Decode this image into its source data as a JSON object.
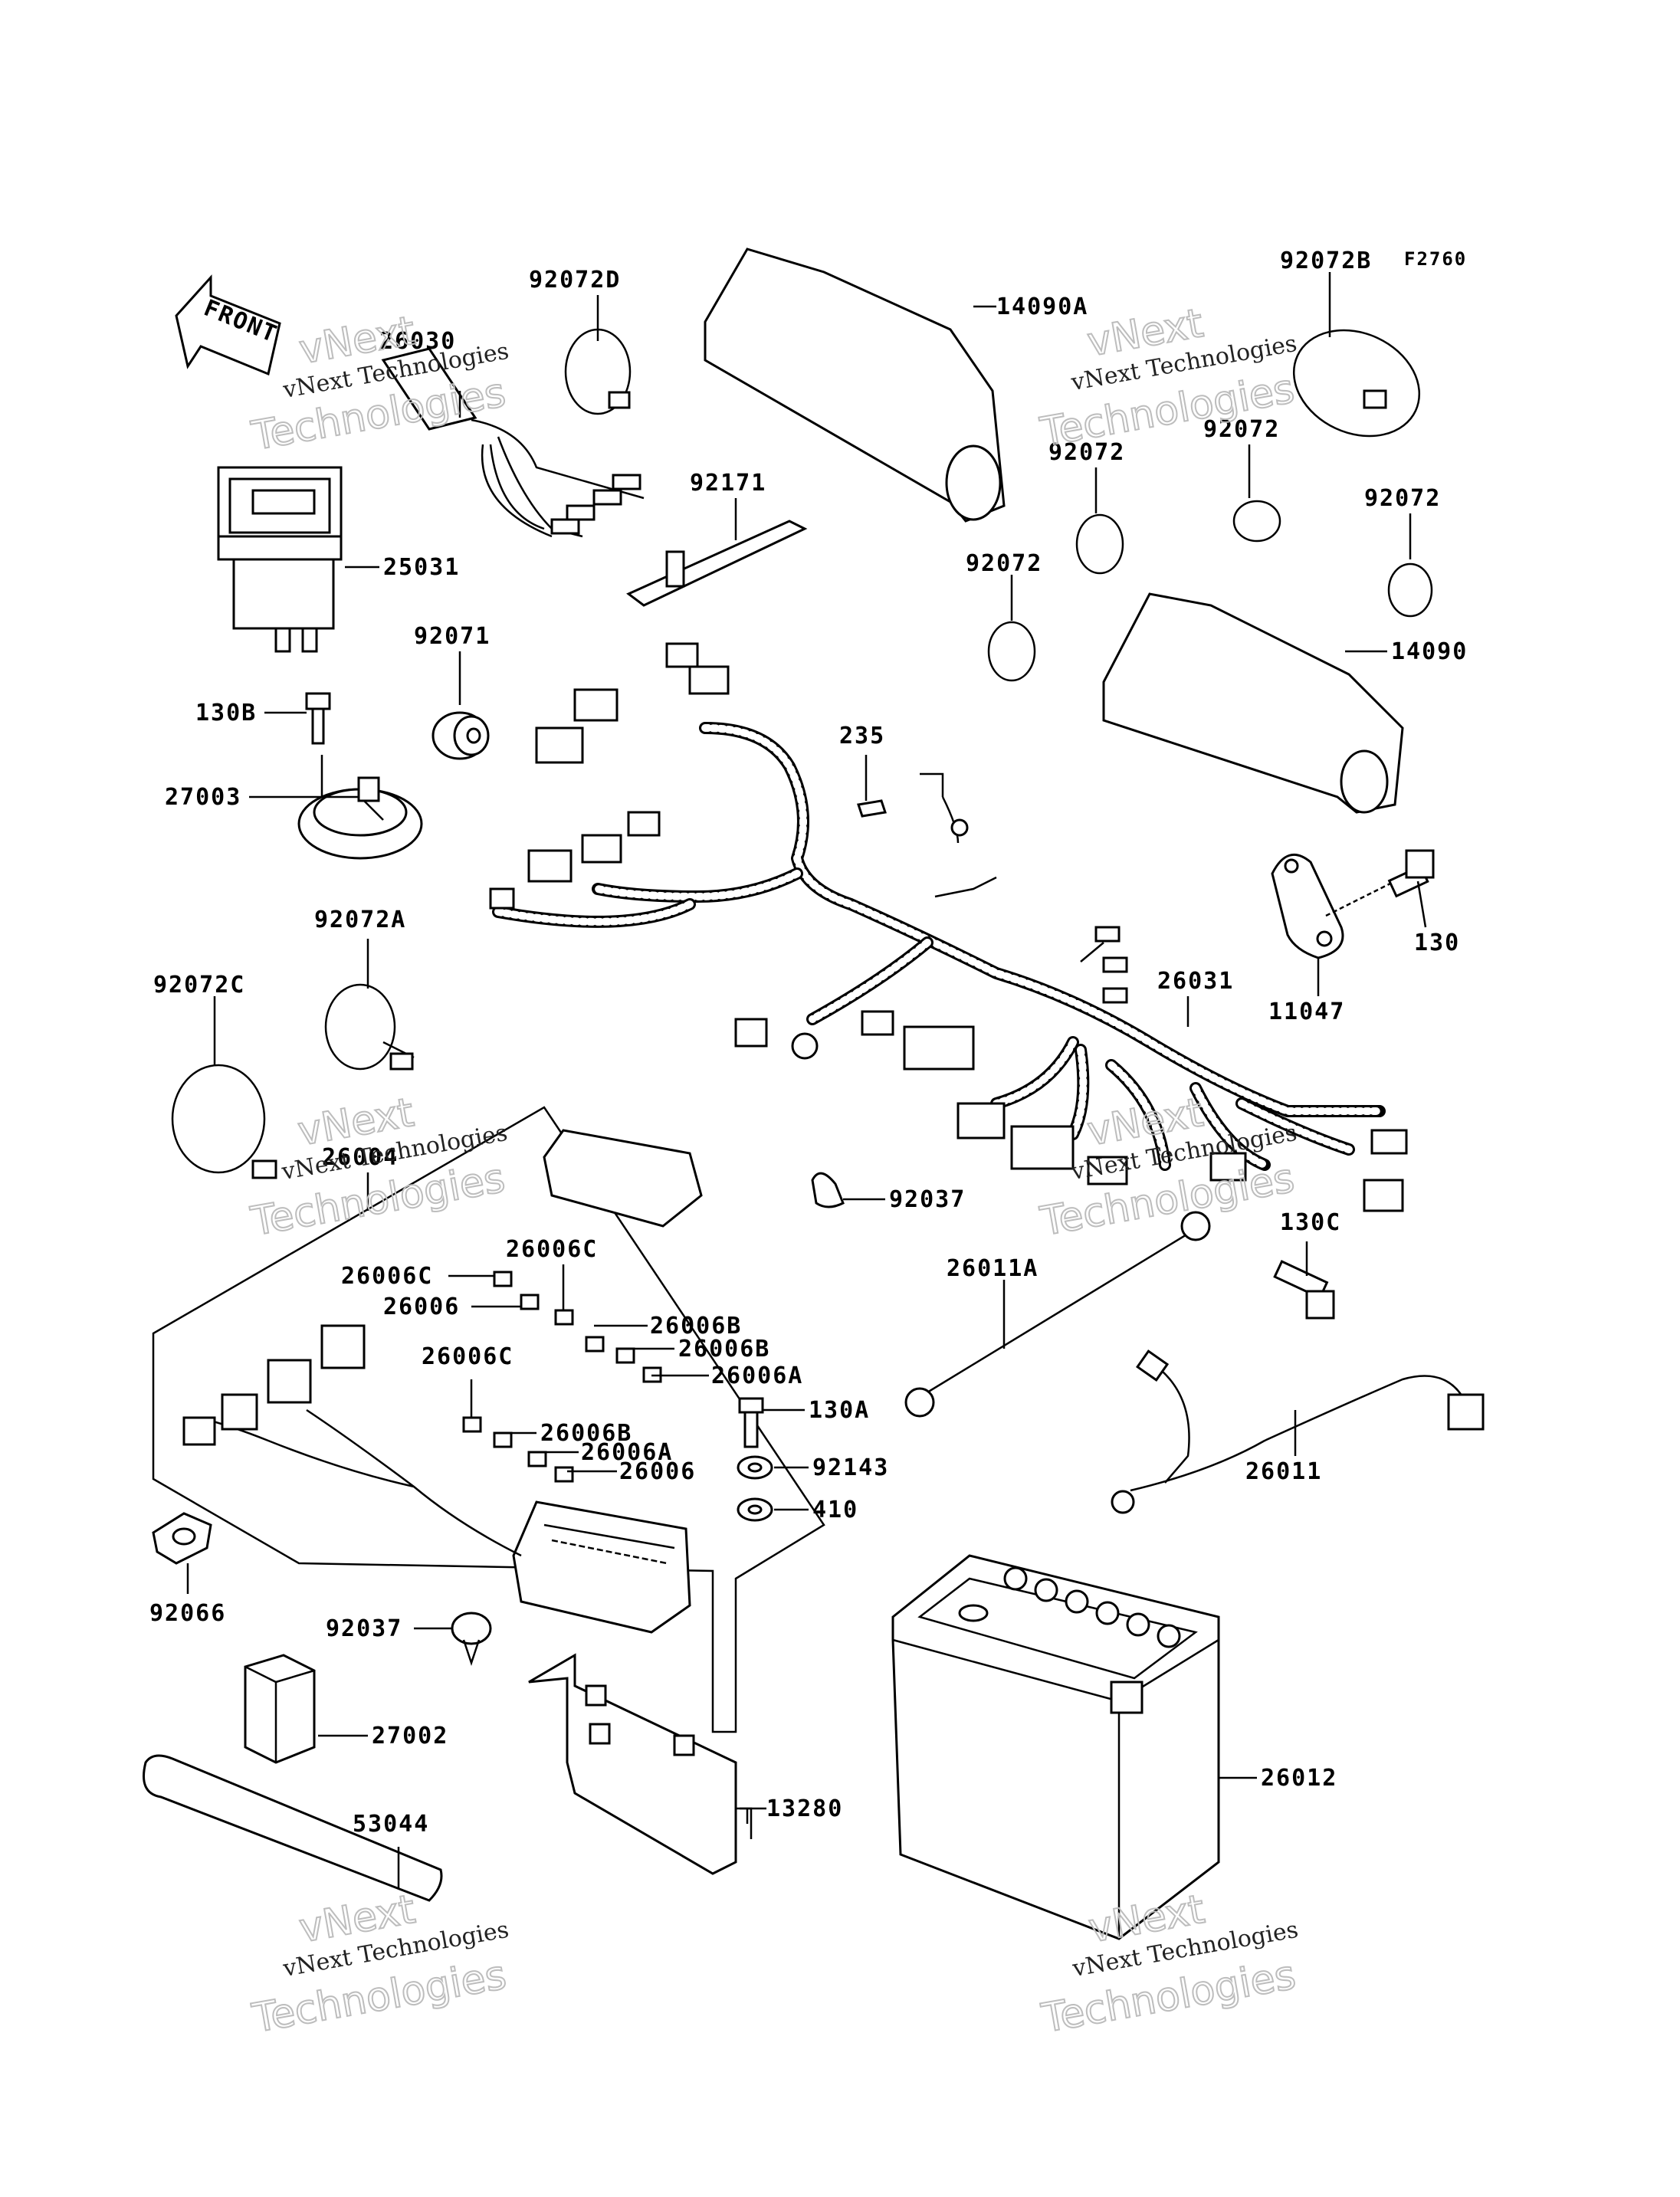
{
  "figure_code": "F2760",
  "front_label": "FRONT",
  "watermark": {
    "brand": "vNext",
    "line1": "vNext Technologies",
    "line2": "Technologies"
  },
  "callouts": {
    "p92072D": "92072D",
    "p14090A": "14090A",
    "p92072B": "92072B",
    "p26030": "26030",
    "p25031": "25031",
    "p92171": "92171",
    "p92072_a": "92072",
    "p92072_b": "92072",
    "p92072_c": "92072",
    "p92072_d": "92072",
    "p14090": "14090",
    "p92071": "92071",
    "p130B": "130B",
    "p27003": "27003",
    "p235": "235",
    "p130": "130",
    "p92072A": "92072A",
    "p11047": "11047",
    "p92072C": "92072C",
    "p26031": "26031",
    "p26004": "26004",
    "p92037_a": "92037",
    "p26006C_a": "26006C",
    "p26006C_b": "26006C",
    "p26006_a": "26006",
    "p26006B_a": "26006B",
    "p26006B_b": "26006B",
    "p26006A_a": "26006A",
    "p26011A": "26011A",
    "p130C": "130C",
    "p26006C_c": "26006C",
    "p26006B_c": "26006B",
    "p26006A_b": "26006A",
    "p26006_b": "26006",
    "p130A": "130A",
    "p92143": "92143",
    "p410": "410",
    "p26011": "26011",
    "p92066": "92066",
    "p92037_b": "92037",
    "p27002": "27002",
    "p13280": "13280",
    "p26012": "26012",
    "p53044": "53044"
  }
}
